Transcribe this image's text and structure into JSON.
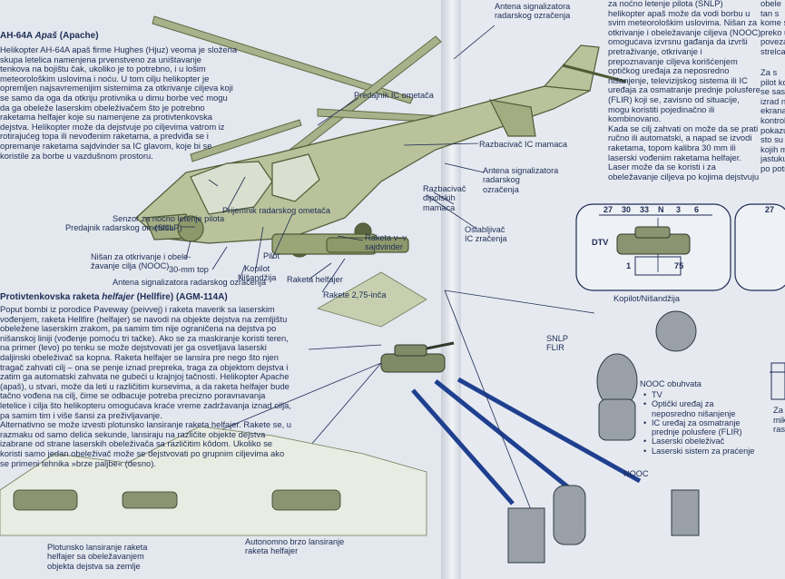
{
  "left_page": {
    "title_prefix": "AH-64A ",
    "title_italic": "Apaš",
    "title_suffix": " (Apache)",
    "intro_lines": [
      "Helikopter AH-64A apaš firme Hughes (Hjuz) veoma je složena",
      "skupa letelica namenjena prvenstveno za uništavanje",
      "tenkova na bojištu čak, ukoliko je to potrebno, i u lošim",
      "meteorološkim uslovima i noću. U tom cilju helikopter je",
      "opremljen najsavremenijim sistemima za otkrivanje ciljeva koji",
      "se samo da oga da otkriju protivnika u dimu borbe već mogu",
      "da ga obeleže laserskim obeleživačem što je potrebno",
      "raketama helfajer koje su namenjene za protivtenkovska",
      "dejstva. Helikopter može da dejstvuje po ciljevima vatrom iz",
      "rotirajućeg topa ili nevođenim raketama, a predviđa se i",
      "opremanje raketama sajdvinder sa IC glavom, koje bi se",
      "koristile za borbe u vazdušnom prostoru."
    ],
    "hellfire_title_prefix": "Protivtenkovska raketa ",
    "hellfire_title_italic": "helfajer",
    "hellfire_title_suffix": " (Hellfire) (AGM-114A)",
    "hellfire_lines": [
      "Poput bombi iz porodice Paveway (peivvej) i raketa maverik sa laserskim",
      "vođenjem, raketa Hellfire (helfajer) se navodi na objekte dejstva na zemljištu",
      "obeležene laserskim zrakom, pa samim tim nije ograničena na dejstva po",
      "nišanskoj liniji (vođenje pomoću tri tačke). Ako se za maskiranje koristi teren,",
      "na primer (levo) po tenku se može dejstvovati jer ga osvetljava laserski",
      "daljinski obeleživač sa kopna. Raketa helfajer se lansira pre nego što njen",
      "tragač zahvati cilj – ona se penje iznad prepreka, traga za objektom dejstva i",
      "zatim ga automatski zahvata ne gubeći u krajnjoj tačnosti. Helikopter Apache",
      "(apaš), u stvari, može da leti u različitim kursevima, a da raketa helfajer bude",
      "tačno vođena na cilj, čime se odbacuje potreba precizno poravnavanja",
      "letelice i cilja što helikopteru omogućava kraće vreme zadržavanja iznad cilja,",
      "pa samim tim i više šansi za preživljavanje.",
      "Alternativno se može izvesti plotunsko lansiranje raketa helfajer. Rakete se, u",
      "razmaku od samo delića sekunde, lansiraju na različite objekte dejstva",
      "izabrane od strane laserskih obeleživača sa različitim kôdom. Ukoliko se",
      "koristi samo jedan obeleživač može se dejstvovati po grupnim ciljevima ako",
      "se primeni tehnika »brze paljbe« (desno)."
    ],
    "labels": {
      "antena_top": "Antena signalizatora\nradarskog ozračenja",
      "predajnik_ic": "Predajnik IC ometača",
      "razbacivac_ic": "Razbacivač IC mamaca",
      "antena_mid": "Antena signalizatora\nradarskog\nozračenja",
      "razbacivac_dipol": "Razbacivač\ndipolskih\nmamaca",
      "oslabljivac": "Oslabljivač\nIC zračenja",
      "prijemnik": "Prijemnik radarskog ometača",
      "senzor": "Senzor za noćno letenje pilota\n(SNLP)",
      "predajnik_rad": "Predajnik radarskog ometača",
      "nisan": "Nišan za otkrivanje i obele-\nžavanje cilja (NOOC)",
      "top": "30-mm top",
      "pilot": "Pilot",
      "kopilot": "Kopilot\nNišandžija",
      "raketa_vv": "Raketa v–v\nsajdvinder",
      "antena_low": "Antena signalizatora radarskog ozračenja",
      "raketa_helfajer": "Raketa helfajer",
      "rakete_275": "Rakete 2,75-inča",
      "plotunsko": "Plotunsko lansiranje raketa\nhelfajer sa obeležavanjem\nobjekta dejstva sa zemlje",
      "autonomno": "Autonomno brzo lansiranje\nraketa helfajer"
    }
  },
  "right_page": {
    "top_lines": [
      "za noćno letenje pilota (SNLP)",
      "helikopter apaš može da vodi borbu u",
      "svim meteorološkim uslovima. Nišan za",
      "otkrivanje i obeležavanje ciljeva (NOOC)",
      "omogućava izvrsnu gađanja da izvrši",
      "pretraživanje, otkrivanje i",
      "prepoznavanje ciljeva korišćenjem",
      "optičkog uređaja za neposredno",
      "nišanjenje, televizijskog sistema ili IC",
      "uređaja za osmatranje prednje polusfere",
      "(FLIR) koji se, zavisno od situacije,",
      "mogu koristiti pojedinačno ili",
      "kombinovano.",
      "Kada se cilj zahvati on može da se prati",
      "ručno ili automatski, a napad se izvodi",
      "raketama, topom kalibra 30 mm ili",
      "laserski vođenim raketama helfajer.",
      "Laser može da se koristi i za",
      "obeležavanje ciljeva po kojima dejstvuju"
    ],
    "edge_lines": [
      "obele",
      "tan s",
      "kome s",
      "preko u",
      "povezan",
      "strelca."
    ],
    "edge_lines_2": [
      "Za s",
      "pilot ko",
      "se sasto",
      "izrad n",
      "ekrana ",
      "kontrol",
      "pokazuju",
      "sto su",
      "kojih m",
      "jastuku",
      "po potr"
    ],
    "edge_lines_3": [
      "Za se",
      "mikro",
      "rasa"
    ],
    "compass_ticks": [
      "27",
      "30",
      "33",
      "N",
      "3",
      "6"
    ],
    "compass_ticks_2": [
      "27"
    ],
    "dtv": "DTV",
    "scale_left": "1",
    "scale_right": "75",
    "kopilot_caption": "Kopilot/Nišandžija",
    "snlp_flir": "SNLP\nFLIR",
    "nooc_title": "NOOC obuhvata",
    "nooc_items": [
      "TV",
      "Optički uređaj za",
      "neposredno nišanjenje",
      "IC uređaj za osmatranje",
      "prednje polusfere (FLIR)",
      "Laserski obeleživač",
      "Laserski sistem za praćenje"
    ],
    "nooc_label": "NOOC"
  },
  "colors": {
    "ink": "#1d2c55",
    "heli_fill": "#b9c29b",
    "heli_dark": "#7d8a5e",
    "beam": "#1f3f8f",
    "page": "#e3e7ee"
  }
}
